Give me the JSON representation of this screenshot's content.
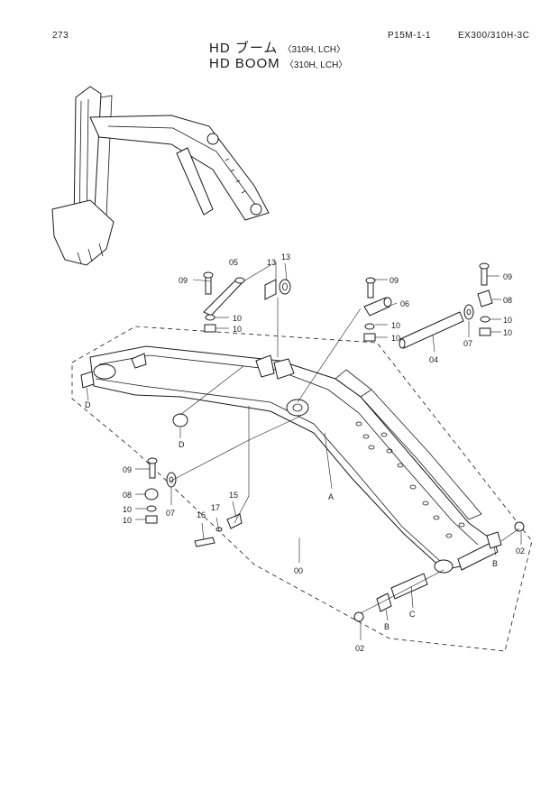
{
  "header": {
    "page_number": "273",
    "ref_code": "P15M-1-1",
    "model": "EX300/310H-3C"
  },
  "title": {
    "jp_main": "HD ブーム",
    "jp_sub": "〈310H, LCH〉",
    "en_main": "HD BOOM",
    "en_sub": "〈310H, LCH〉"
  },
  "callouts": {
    "c00": "00",
    "c02a": "02",
    "c02b": "02",
    "c04": "04",
    "c05": "05",
    "c06": "06",
    "c07a": "07",
    "c07b": "07",
    "c08a": "08",
    "c08b": "08",
    "c09a": "09",
    "c09b": "09",
    "c09c": "09",
    "c09d": "09",
    "c10a": "10",
    "c10b": "10",
    "c10c": "10",
    "c10d": "10",
    "c10e": "10",
    "c10f": "10",
    "c10g": "10",
    "c10h": "10",
    "c13a": "13",
    "c13b": "13",
    "c15": "15",
    "c16": "16",
    "c17": "17",
    "refA": "A",
    "refB1": "B",
    "refB2": "B",
    "refC": "C",
    "refD1": "D",
    "refD2": "D"
  }
}
